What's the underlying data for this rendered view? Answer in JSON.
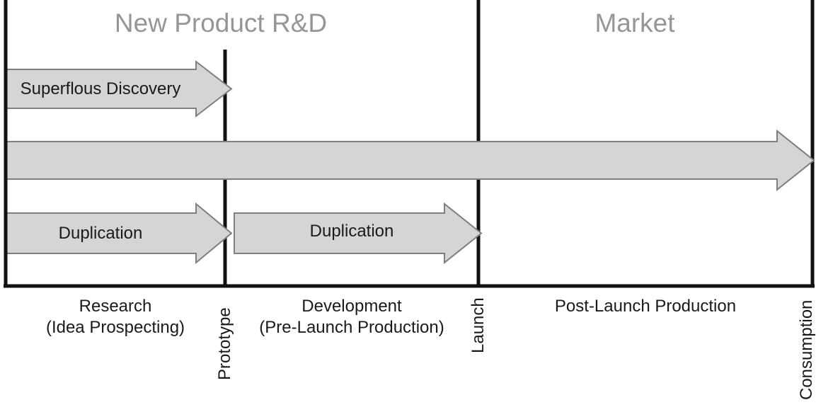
{
  "titles": {
    "rd": "New Product R&D",
    "market": "Market"
  },
  "arrows": {
    "superflous_discovery": {
      "label": "Superflous Discovery"
    },
    "duplication_research": {
      "label": "Duplication"
    },
    "duplication_development": {
      "label": "Duplication"
    }
  },
  "phases": {
    "research": {
      "line1": "Research",
      "line2": "(Idea Prospecting)"
    },
    "development": {
      "line1": "Development",
      "line2": "(Pre-Launch Production)"
    },
    "post_launch": {
      "line1": "Post-Launch Production"
    }
  },
  "milestones": {
    "prototype": "Prototype",
    "launch": "Launch",
    "consumption": "Consumption"
  },
  "colors": {
    "arrow_fill": "#d5d5d5",
    "arrow_stroke": "#7f7f7f",
    "line_color": "#111111",
    "title_color": "#969696",
    "text_color": "#1a1a1a"
  }
}
